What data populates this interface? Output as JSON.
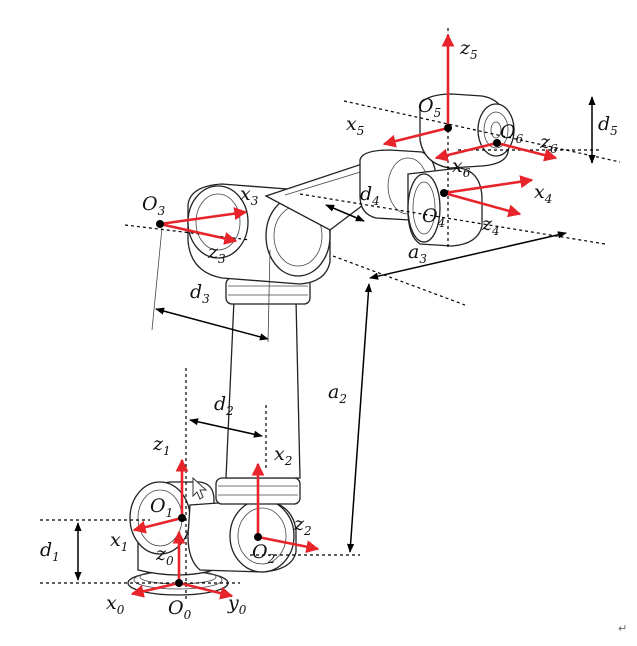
{
  "colors": {
    "axis": "#e8242b",
    "ink": "#111111",
    "arm": "#ffffff"
  },
  "labels": {
    "O0": {
      "main": "O",
      "sub": "0"
    },
    "O1": {
      "main": "O",
      "sub": "1"
    },
    "O2": {
      "main": "O",
      "sub": "2"
    },
    "O3": {
      "main": "O",
      "sub": "3"
    },
    "O4": {
      "main": "O",
      "sub": "4"
    },
    "O5": {
      "main": "O",
      "sub": "5"
    },
    "O6": {
      "main": "O",
      "sub": "6"
    },
    "x0": {
      "main": "x",
      "sub": "0"
    },
    "y0": {
      "main": "y",
      "sub": "0"
    },
    "z0": {
      "main": "z",
      "sub": "0"
    },
    "x1": {
      "main": "x",
      "sub": "1"
    },
    "z1": {
      "main": "z",
      "sub": "1"
    },
    "x2": {
      "main": "x",
      "sub": "2"
    },
    "z2": {
      "main": "z",
      "sub": "2"
    },
    "x3": {
      "main": "x",
      "sub": "3"
    },
    "z3": {
      "main": "z",
      "sub": "3"
    },
    "x4": {
      "main": "x",
      "sub": "4"
    },
    "z4": {
      "main": "z",
      "sub": "4"
    },
    "x5": {
      "main": "x",
      "sub": "5"
    },
    "z5": {
      "main": "z",
      "sub": "5"
    },
    "x6": {
      "main": "x",
      "sub": "6"
    },
    "z6": {
      "main": "z",
      "sub": "6"
    },
    "d1": {
      "main": "d",
      "sub": "1"
    },
    "d2": {
      "main": "d",
      "sub": "2"
    },
    "d3": {
      "main": "d",
      "sub": "3"
    },
    "d4": {
      "main": "d",
      "sub": "4"
    },
    "d5": {
      "main": "d",
      "sub": "5"
    },
    "a2": {
      "main": "a",
      "sub": "2"
    },
    "a3": {
      "main": "a",
      "sub": "3"
    }
  },
  "icons": {
    "cursor": "mouse-pointer-icon",
    "corner_mark": "return-mark-icon"
  },
  "corner_mark_text": "↵"
}
